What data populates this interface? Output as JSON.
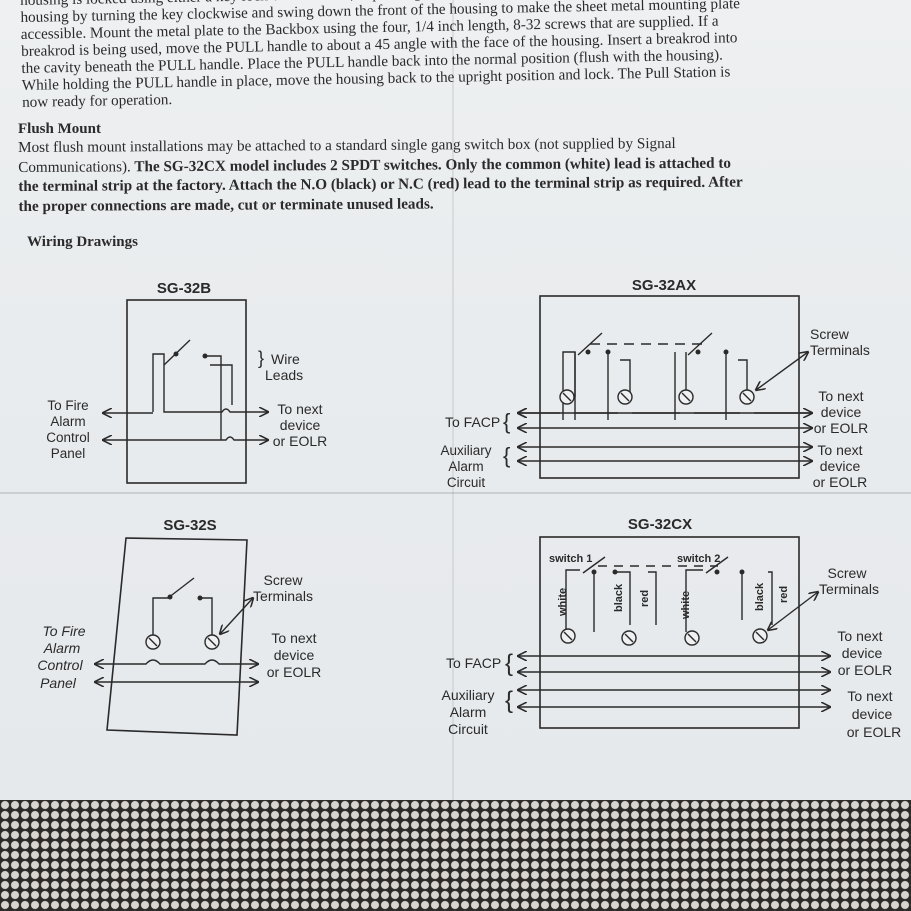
{
  "intro": {
    "lines": [
      "housing is locked using either a key lock or a hex lock, depending on the version purchased. Unlock the",
      "housing by turning the key clockwise and swing down the front of the housing to make the sheet metal mounting plate",
      "accessible. Mount the metal plate to the Backbox using the four, 1/4 inch length, 8-32 screws that are supplied. If a",
      "breakrod is being used, move the PULL handle to about a 45   angle with the face of the housing. Insert a breakrod into",
      "the cavity beneath the PULL handle. Place the PULL handle back into the normal position (flush with the housing).",
      "While holding the PULL handle in place, move the housing back to the upright position and lock. The Pull Station is",
      "now ready for operation."
    ]
  },
  "flush": {
    "heading": "Flush Mount",
    "line1": "Most flush mount installations may be attached to a standard single gang switch box (not supplied by Signal",
    "line2_a": "Communications).",
    "line2_b": " The SG-32CX  model includes 2 SPDT switches. Only the common (white) lead is attached to",
    "line3": "the terminal strip at the factory. Attach the N.O (black) or N.C (red) lead to the terminal strip as required. After",
    "line4": "the proper connections are made, cut or terminate unused leads."
  },
  "wiring_heading": "Wiring Drawings",
  "diagrams": {
    "sg32b": {
      "title": "SG-32B",
      "wire_leads": [
        "Wire",
        "Leads"
      ],
      "left": [
        "To Fire",
        "Alarm",
        "Control",
        "Panel"
      ],
      "right": [
        "To next",
        "device",
        "or EOLR"
      ]
    },
    "sg32ax": {
      "title": "SG-32AX",
      "screw": [
        "Screw",
        "Terminals"
      ],
      "facp": "To FACP",
      "aux": [
        "Auxiliary",
        "Alarm",
        "Circuit"
      ],
      "right1": [
        "To next",
        "device",
        "or EOLR"
      ],
      "right2": [
        "To next",
        "device",
        "or EOLR"
      ]
    },
    "sg32s": {
      "title": "SG-32S",
      "screw": [
        "Screw",
        "Terminals"
      ],
      "left": [
        "To Fire",
        "Alarm",
        "Control",
        "Panel"
      ],
      "right": [
        "To next",
        "device",
        "or EOLR"
      ]
    },
    "sg32cx": {
      "title": "SG-32CX",
      "switch1": "switch 1",
      "switch2": "switch 2",
      "white": "white",
      "black": "black",
      "red": "red",
      "screw": [
        "Screw",
        "Terminals"
      ],
      "facp": "To FACP",
      "aux": [
        "Auxiliary",
        "Alarm",
        "Circuit"
      ],
      "right1": [
        "To next",
        "device",
        "or EOLR"
      ],
      "right2": [
        "To next",
        "device",
        "or EOLR"
      ]
    }
  }
}
